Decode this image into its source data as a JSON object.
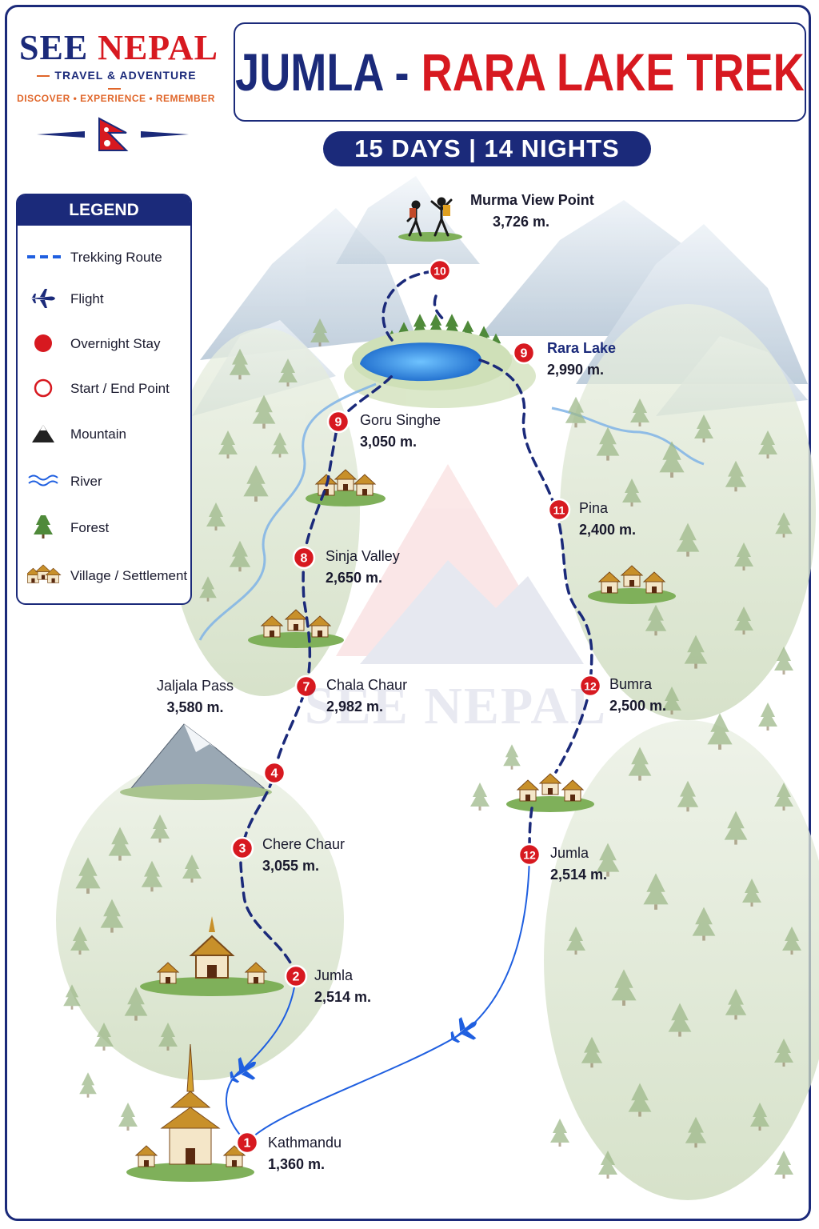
{
  "brand": {
    "name_part1": "SEE",
    "name_part2": "NEPAL",
    "tagline": "TRAVEL & ADVENTURE",
    "motto": "DISCOVER • EXPERIENCE • REMEMBER",
    "watermark": "SEE NEPAL"
  },
  "title": {
    "part1": "JUMLA -",
    "part2": "RARA LAKE TREK",
    "duration": "15 DAYS | 14 NIGHTS"
  },
  "colors": {
    "navy": "#1b2a7a",
    "red": "#d71920",
    "orange": "#e0662a",
    "route": "#1b2a7a",
    "flight": "#1f5fe0",
    "lake": "#2a7fd4",
    "forest": "#5b8f3a"
  },
  "legend": {
    "title": "LEGEND",
    "items": [
      {
        "label": "Trekking Route",
        "icon": "dashed-route-icon"
      },
      {
        "label": "Flight",
        "icon": "airplane-icon"
      },
      {
        "label": "Overnight Stay",
        "icon": "red-dot-icon"
      },
      {
        "label": "Start / End Point",
        "icon": "red-ring-icon"
      },
      {
        "label": "Mountain",
        "icon": "mountain-icon"
      },
      {
        "label": "River",
        "icon": "river-icon"
      },
      {
        "label": "Forest",
        "icon": "tree-icon"
      },
      {
        "label": "Village / Settlement",
        "icon": "village-icon"
      }
    ]
  },
  "stops": [
    {
      "id": "kathmandu",
      "marker": "1",
      "name": "Kathmandu",
      "altitude": "1,360 m."
    },
    {
      "id": "jumla-start",
      "marker": "2",
      "name": "Jumla",
      "altitude": "2,514 m."
    },
    {
      "id": "chere-chaur",
      "marker": "3",
      "name": "Chere Chaur",
      "altitude": "3,055 m."
    },
    {
      "id": "day-4",
      "marker": "4",
      "name": "",
      "altitude": ""
    },
    {
      "id": "jaljala-pass",
      "marker": "",
      "name": "Jaljala Pass",
      "altitude": "3,580 m."
    },
    {
      "id": "chala-chaur",
      "marker": "7",
      "name": "Chala Chaur",
      "altitude": "2,982 m."
    },
    {
      "id": "sinja-valley",
      "marker": "8",
      "name": "Sinja Valley",
      "altitude": "2,650 m."
    },
    {
      "id": "goru-singhe",
      "marker": "9",
      "name": "Goru Singhe",
      "altitude": "3,050 m."
    },
    {
      "id": "rara-lake",
      "marker": "9",
      "name": "Rara Lake",
      "altitude": "2,990 m."
    },
    {
      "id": "murma-view-point",
      "marker": "10",
      "name": "Murma View Point",
      "altitude": "3,726 m."
    },
    {
      "id": "pina",
      "marker": "11",
      "name": "Pina",
      "altitude": "2,400 m."
    },
    {
      "id": "bumra",
      "marker": "12",
      "name": "Bumra",
      "altitude": "2,500 m."
    },
    {
      "id": "jumla-end",
      "marker": "12",
      "name": "Jumla",
      "altitude": "2,514 m."
    }
  ]
}
